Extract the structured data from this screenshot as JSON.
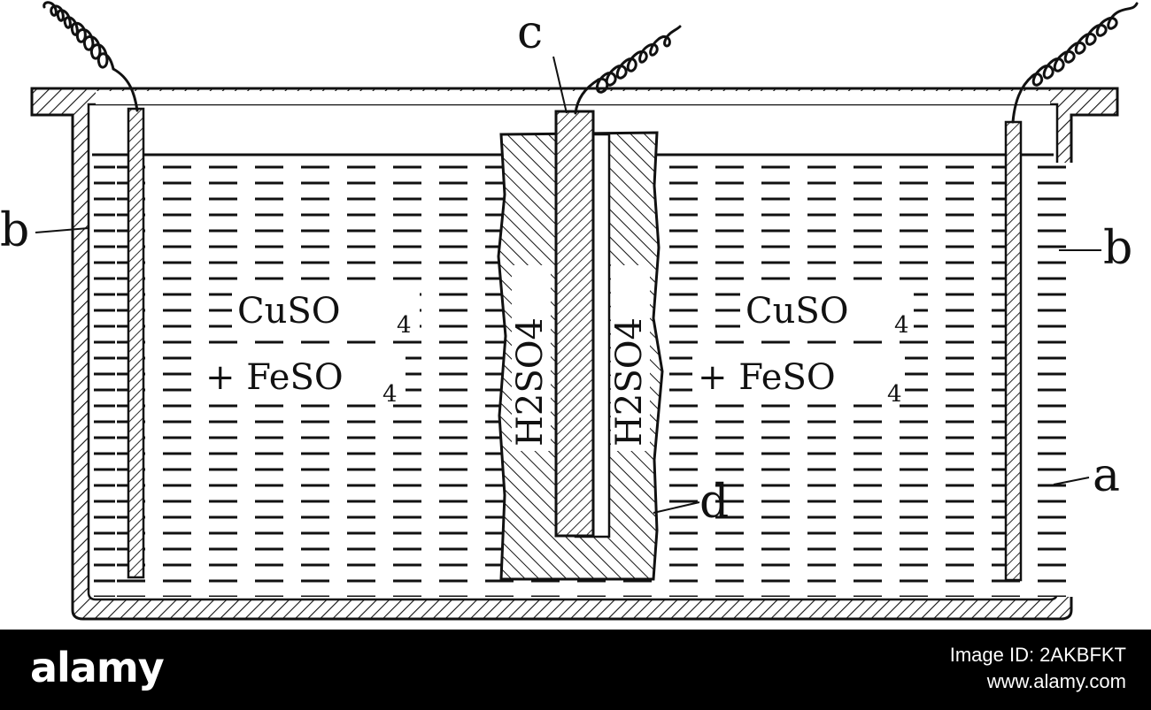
{
  "labels": {
    "top_electrode": "c",
    "side_electrode_left": "b",
    "side_electrode_right": "b",
    "vessel": "a",
    "porous_cup": "d"
  },
  "solution_left": {
    "line1": "CuSO",
    "line1_sub": "4",
    "line2": "+ FeSO",
    "line2_sub": "4"
  },
  "solution_right": {
    "line1": "CuSO",
    "line1_sub": "4",
    "line2": "+ FeSO",
    "line2_sub": "4"
  },
  "cup_acid": {
    "left": "H2SO4",
    "right": "H2SO4"
  },
  "footer": {
    "logo": "alamy",
    "image_id": "Image ID: 2AKBFKT",
    "url": "www.alamy.com"
  },
  "colors": {
    "ink": "#111111",
    "paper": "#ffffff",
    "footer_bg": "#000000"
  }
}
